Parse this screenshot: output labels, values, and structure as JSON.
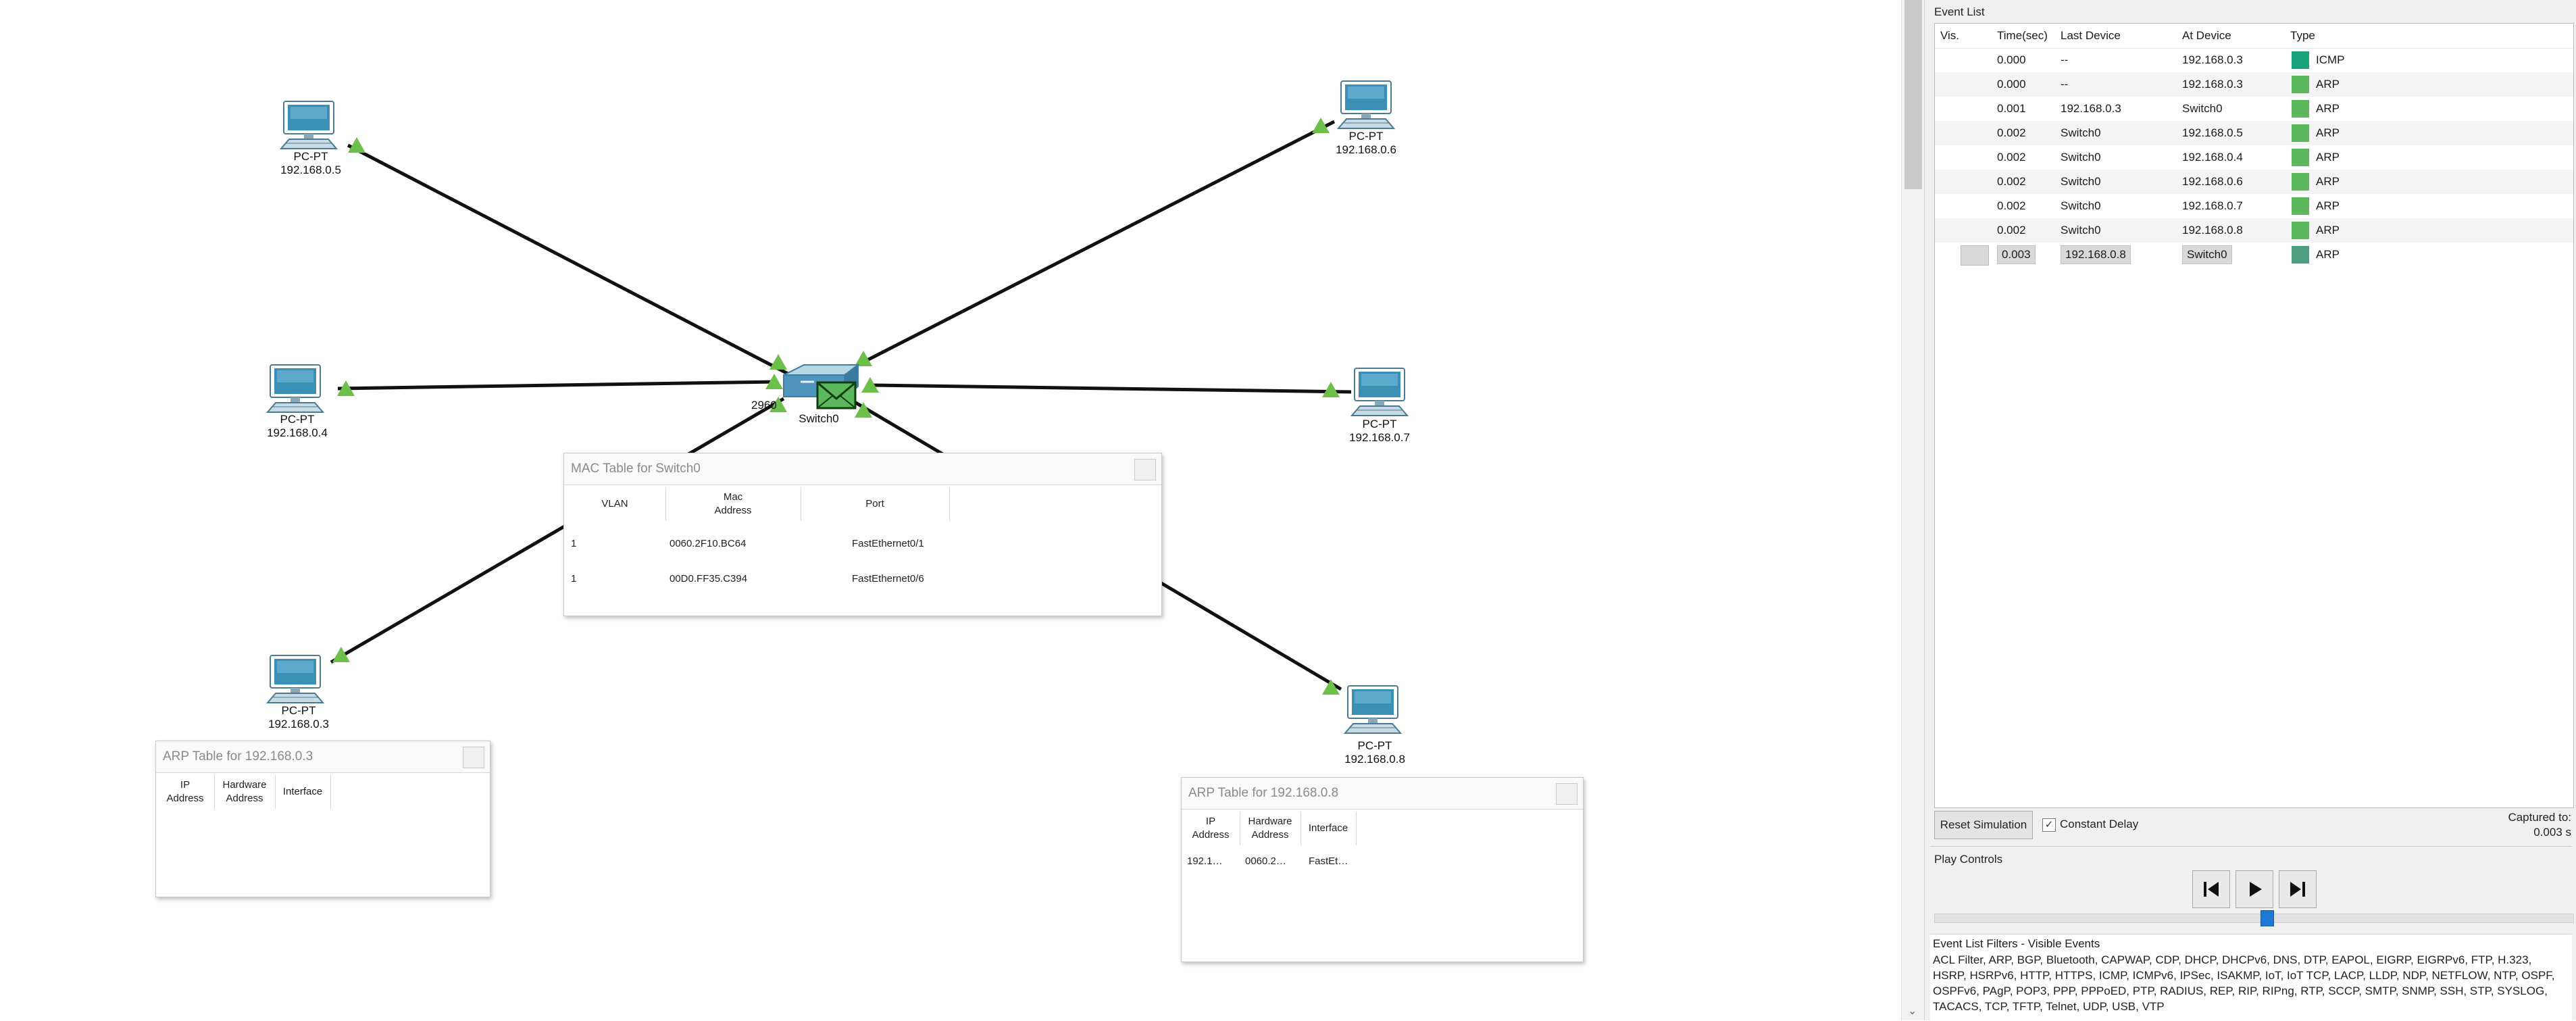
{
  "devices": [
    {
      "name": "PC-PT",
      "ip": "192.168.0.5"
    },
    {
      "name": "PC-PT",
      "ip": "192.168.0.6"
    },
    {
      "name": "PC-PT",
      "ip": "192.168.0.4"
    },
    {
      "name": "PC-PT",
      "ip": "192.168.0.7"
    },
    {
      "name": "PC-PT",
      "ip": "192.168.0.3"
    },
    {
      "name": "PC-PT",
      "ip": "192.168.0.8"
    }
  ],
  "switch": {
    "model": "2960",
    "name": "Switch0"
  },
  "mac_table": {
    "title": "MAC Table for Switch0",
    "headers": [
      "VLAN",
      "Mac\nAddress",
      "Port"
    ],
    "rows": [
      {
        "vlan": "1",
        "mac": "0060.2F10.BC64",
        "port": "FastEthernet0/1"
      },
      {
        "vlan": "1",
        "mac": "00D0.FF35.C394",
        "port": "FastEthernet0/6"
      }
    ]
  },
  "arp_table_03": {
    "title": "ARP Table for 192.168.0.3",
    "headers": [
      "IP\nAddress",
      "Hardware\nAddress",
      "Interface"
    ],
    "rows": []
  },
  "arp_table_08": {
    "title": "ARP Table for 192.168.0.8",
    "headers": [
      "IP\nAddress",
      "Hardware\nAddress",
      "Interface"
    ],
    "rows": [
      {
        "ip": "192.1…",
        "hw": "0060.2…",
        "iface": "FastEt…"
      }
    ]
  },
  "event_list": {
    "title": "Event List",
    "headers": {
      "vis": "Vis.",
      "time": "Time(sec)",
      "last": "Last Device",
      "at": "At Device",
      "type": "Type"
    },
    "rows": [
      {
        "time": "0.000",
        "last": "--",
        "at": "192.168.0.3",
        "type": "ICMP",
        "color": "#1aa37a"
      },
      {
        "time": "0.000",
        "last": "--",
        "at": "192.168.0.3",
        "type": "ARP",
        "color": "#5cb85c"
      },
      {
        "time": "0.001",
        "last": "192.168.0.3",
        "at": "Switch0",
        "type": "ARP",
        "color": "#5cb85c"
      },
      {
        "time": "0.002",
        "last": "Switch0",
        "at": "192.168.0.5",
        "type": "ARP",
        "color": "#5cb85c"
      },
      {
        "time": "0.002",
        "last": "Switch0",
        "at": "192.168.0.4",
        "type": "ARP",
        "color": "#5cb85c"
      },
      {
        "time": "0.002",
        "last": "Switch0",
        "at": "192.168.0.6",
        "type": "ARP",
        "color": "#5cb85c"
      },
      {
        "time": "0.002",
        "last": "Switch0",
        "at": "192.168.0.7",
        "type": "ARP",
        "color": "#5cb85c"
      },
      {
        "time": "0.002",
        "last": "Switch0",
        "at": "192.168.0.8",
        "type": "ARP",
        "color": "#5cb85c"
      },
      {
        "time": "0.003",
        "last": "192.168.0.8",
        "at": "Switch0",
        "type": "ARP",
        "color": "#4e9e82",
        "selected": true
      }
    ]
  },
  "controls": {
    "reset_label": "Reset Simulation",
    "constant_delay_label": "Constant Delay",
    "captured_label": "Captured to:",
    "captured_value": "0.003 s",
    "play_controls_label": "Play Controls"
  },
  "filters": {
    "label": "Event List Filters - Visible Events",
    "text": "ACL Filter, ARP, BGP, Bluetooth, CAPWAP, CDP, DHCP, DHCPv6, DNS, DTP, EAPOL, EIGRP, EIGRPv6, FTP, H.323, HSRP, HSRPv6, HTTP, HTTPS, ICMP, ICMPv6, IPSec, ISAKMP, IoT, IoT TCP, LACP, LLDP, NDP, NETFLOW, NTP, OSPF, OSPFv6, PAgP, POP3, PPP, PPPoED, PTP, RADIUS, REP, RIP, RIPng, RTP, SCCP, SMTP, SNMP, SSH, STP, SYSLOG, TACACS, TCP, TFTP, Telnet, UDP, USB, VTP"
  },
  "colors": {
    "link": "#111111",
    "link_up": "#6cc04a",
    "pc": "#2d7fa0",
    "envelope": "#5cb85c"
  },
  "icons": [
    "pc-icon",
    "switch-icon",
    "envelope-icon",
    "close-icon",
    "step-back-icon",
    "play-icon",
    "step-forward-icon",
    "eye-icon",
    "checkbox-icon"
  ]
}
